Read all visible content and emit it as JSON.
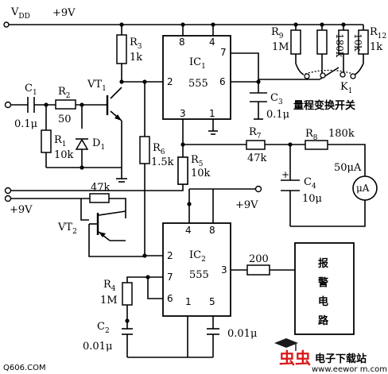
{
  "supply": {
    "vdd": "V",
    "vdd_sub": "DD",
    "vdd_value": "+9V",
    "v2": "+9V",
    "v3": "+9V"
  },
  "ic1": {
    "name": "IC",
    "sub": "1",
    "type": "555",
    "pins": [
      "8",
      "4",
      "7",
      "2",
      "6",
      "3",
      "1"
    ]
  },
  "ic2": {
    "name": "IC",
    "sub": "2",
    "type": "555",
    "pins": [
      "4",
      "8",
      "2",
      "7",
      "3",
      "6",
      "1",
      "5"
    ]
  },
  "components": {
    "c1": {
      "name": "C",
      "sub": "1",
      "value": "0.1μ"
    },
    "r1": {
      "name": "R",
      "sub": "1",
      "value": "10k"
    },
    "r2": {
      "name": "R",
      "sub": "2",
      "value": "50"
    },
    "d1": {
      "name": "D",
      "sub": "1"
    },
    "vt1": {
      "name": "VT",
      "sub": "1"
    },
    "r3": {
      "name": "R",
      "sub": "3",
      "value": "1k"
    },
    "r6": {
      "name": "R",
      "sub": "6",
      "value": "1.5k"
    },
    "r5": {
      "name": "R",
      "sub": "5",
      "value": "10k"
    },
    "c3": {
      "name": "C",
      "sub": "3",
      "value": "0.1μ"
    },
    "r7": {
      "name": "R",
      "sub": "7",
      "value": "47k"
    },
    "r8": {
      "name": "R",
      "sub": "8",
      "value": "180k"
    },
    "c4": {
      "name": "C",
      "sub": "4",
      "value": "10μ"
    },
    "meter": {
      "label": "μA",
      "value": "50μA"
    },
    "r9": {
      "name": "R",
      "sub": "9",
      "value": "1M"
    },
    "r10": {
      "value": "180k"
    },
    "r11": {
      "value": "10k"
    },
    "r12": {
      "name": "R",
      "sub": "12",
      "value": "1k"
    },
    "k1": {
      "name": "K",
      "sub": "1"
    },
    "range_switch": "量程变换开关",
    "vt2": {
      "name": "VT",
      "sub": "2"
    },
    "r_bias": {
      "value": "47k"
    },
    "r4": {
      "name": "R",
      "sub": "4",
      "value": "1M"
    },
    "c2": {
      "name": "C",
      "sub": "2",
      "value": "0.01μ"
    },
    "c5": {
      "value": "0.01μ"
    },
    "r_out": {
      "value": "200"
    },
    "alarm": [
      "报",
      "警",
      "电",
      "路"
    ]
  },
  "watermark": {
    "left": "Q606.COM",
    "brand": "虫虫",
    "brand_text": "电子下载站",
    "url": "www.eewor m.com"
  }
}
